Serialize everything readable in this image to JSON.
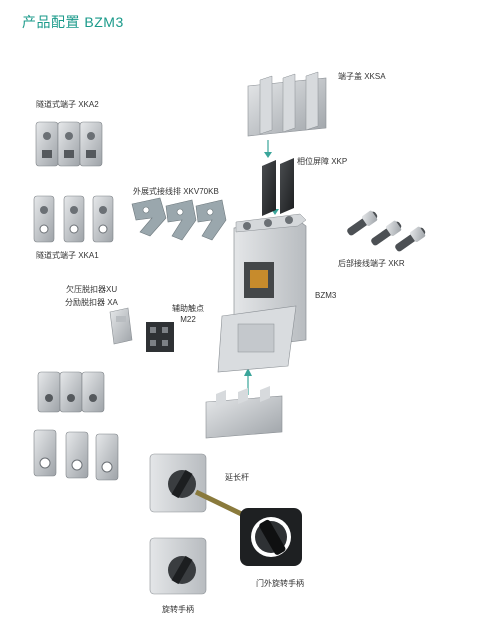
{
  "page": {
    "title": "产品配置 BZM3"
  },
  "labels": {
    "terminal_cover": "端子盖  XKSA",
    "tunnel_terminal_a2": "隧道式端子 XKA2",
    "phase_barrier": "相位屏障  XKP",
    "extension_terminal": "外展式接线排 XKV70KB",
    "tunnel_terminal_a1": "隧道式端子 XKA1",
    "rear_terminal": "后部接线端子 XKR",
    "undervoltage_release": "欠压脱扣器XU",
    "shunt_release": "分励脱扣器 XA",
    "aux_contact_line1": "辅助触点",
    "aux_contact_line2": "M22",
    "breaker": "BZM3",
    "extension_shaft": "延长杆",
    "door_handle": "门外旋转手柄",
    "rotary_handle": "旋转手柄"
  },
  "colors": {
    "accent": "#1a9a8a",
    "arrow": "#3aa59a",
    "metal": "#c8ccd0",
    "shaft": "#8a7a3c"
  }
}
